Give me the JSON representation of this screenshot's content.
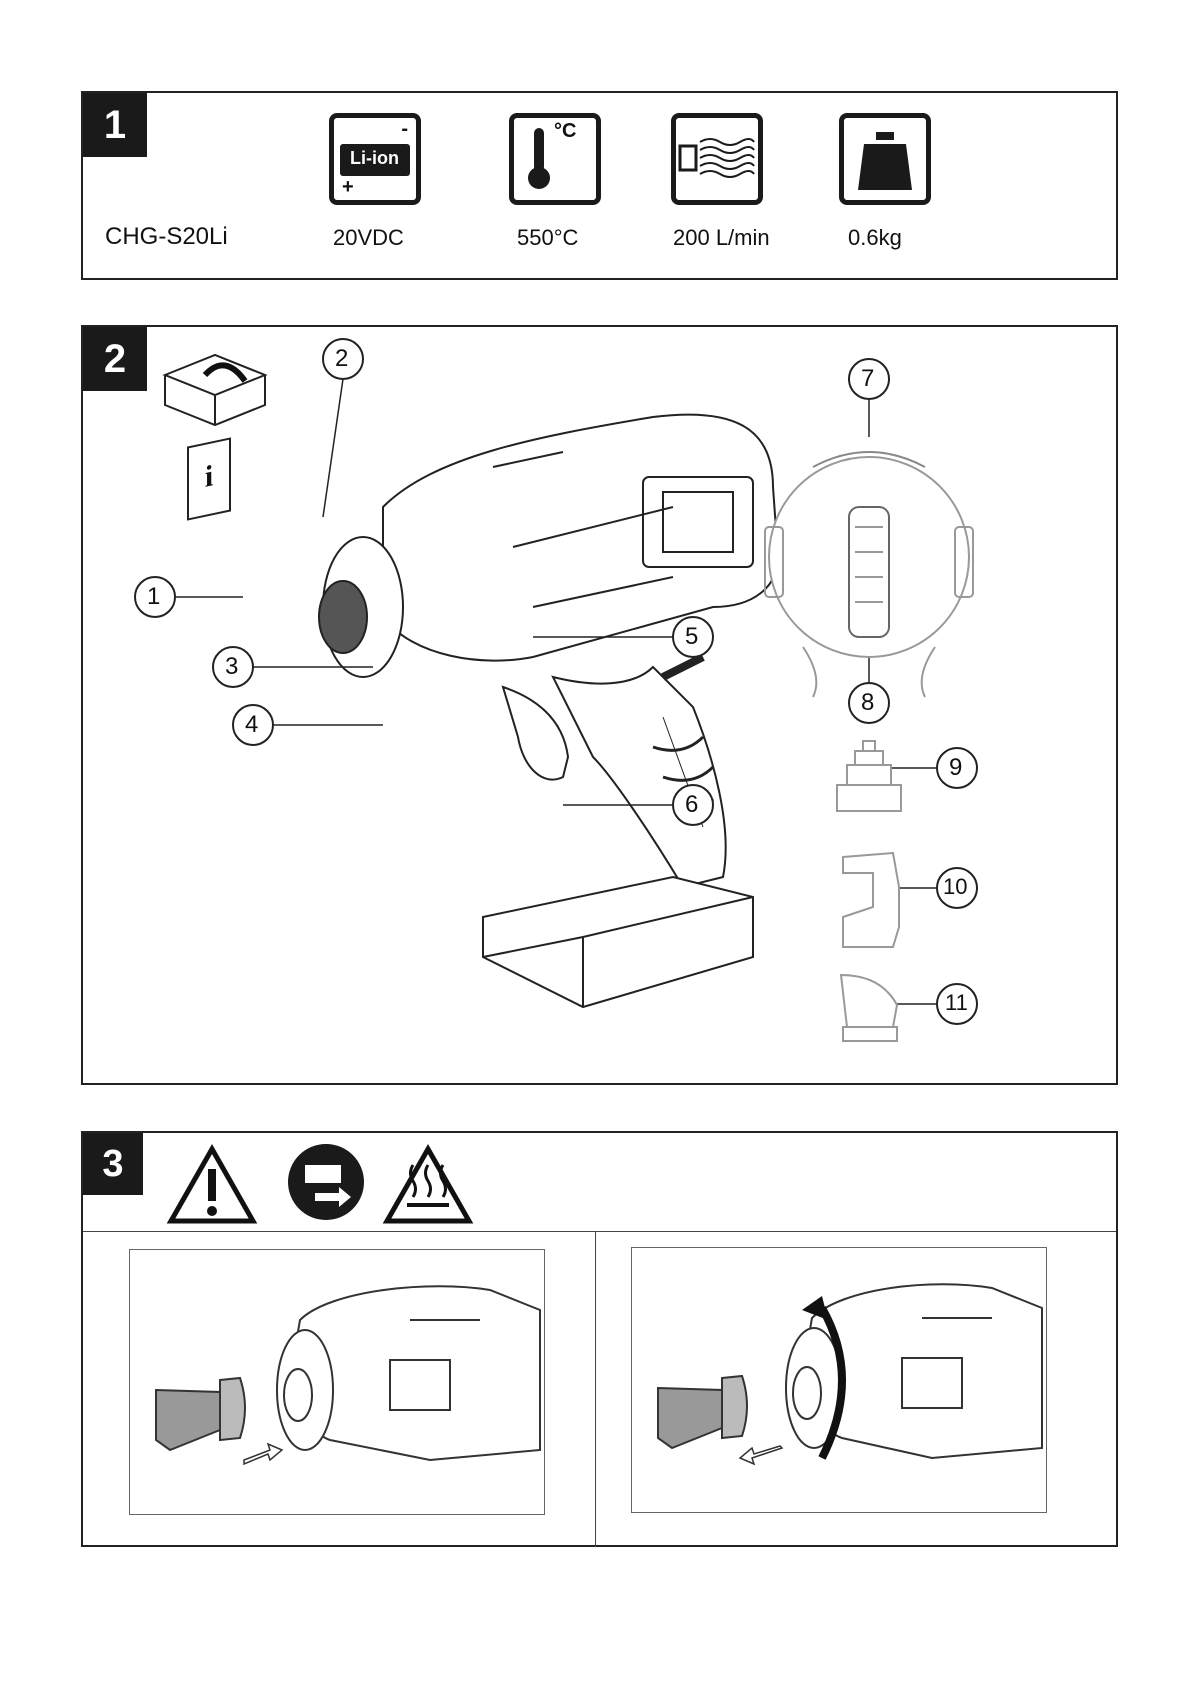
{
  "section1": {
    "number": "1",
    "model": "CHG-S20Li",
    "specs": [
      {
        "icon": "li-ion-battery-icon",
        "battery_text": "Li-ion",
        "minus": "-",
        "plus": "+",
        "value": "20VDC"
      },
      {
        "icon": "thermometer-icon",
        "unit": "°C",
        "value": "550°C"
      },
      {
        "icon": "airflow-icon",
        "value": "200 L/min"
      },
      {
        "icon": "weight-icon",
        "value": "0.6kg"
      }
    ]
  },
  "section2": {
    "number": "2",
    "manual_icon_text": "i",
    "callouts": [
      "1",
      "2",
      "3",
      "4",
      "5",
      "6",
      "7",
      "8",
      "9",
      "10",
      "11"
    ]
  },
  "section3": {
    "number": "3",
    "icons": [
      "warning-icon",
      "remove-battery-icon",
      "hot-surface-icon"
    ]
  }
}
